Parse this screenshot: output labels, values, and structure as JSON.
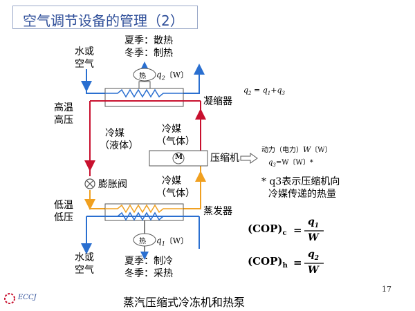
{
  "slide": {
    "title": "空气调节设备的管理（2）",
    "page_number": "17",
    "caption": "蒸汽压缩式冷冻机和热泵",
    "logo_text": "ECCJ"
  },
  "top": {
    "season_summer": "夏季：散热",
    "season_winter": "冬季：制热",
    "fan_label": "热",
    "q2_symbol": "q",
    "q2_sub": "2",
    "q2_unit": "〔W〕",
    "medium_line1": "水或",
    "medium_line2": "空气",
    "component": "凝缩器",
    "eq_q2": "q",
    "eq_q2_sub": "2",
    "eq_equals": " = ",
    "eq_q1": "q",
    "eq_q1_sub": "1",
    "eq_plus": "+",
    "eq_q3": "q",
    "eq_q3_sub": "3"
  },
  "left": {
    "high_line1": "高温",
    "high_line2": "高压",
    "low_line1": "低温",
    "low_line2": "低压",
    "valve": "膨胀阀",
    "refrigerant_liquid_1": "冷媒",
    "refrigerant_liquid_2": "（液体）"
  },
  "middle": {
    "gas_upper_1": "冷媒",
    "gas_upper_2": "（气体）",
    "gas_lower_1": "冷媒",
    "gas_lower_2": "（气体）",
    "motor": "M",
    "compressor": "压缩机"
  },
  "power": {
    "line1": "动力（电力）",
    "w_symbol": "W",
    "w_unit": "〔W〕",
    "q3_symbol": "q",
    "q3_sub": "3",
    "q3_eq": "=W〔W〕*"
  },
  "note": {
    "line1": "* q3表示压缩机向",
    "line2": "冷媒传递的热量"
  },
  "bottom": {
    "component": "蒸发器",
    "fan_label": "热",
    "q1_symbol": "q",
    "q1_sub": "1",
    "q1_unit": "〔W〕",
    "medium_line1": "水或",
    "medium_line2": "空气",
    "season_summer": "夏季：制冷",
    "season_winter": "冬季：采热"
  },
  "formulas": {
    "cop_c_label": "(COP)",
    "cop_c_sub": "c",
    "cop_h_label": "(COP)",
    "cop_h_sub": "h",
    "equals": "=",
    "num_c": "q",
    "num_c_sub": "1",
    "num_h": "q",
    "num_h_sub": "2",
    "den": "W"
  },
  "colors": {
    "hot_line": "#c8102e",
    "cold_line": "#f0a020",
    "water_line": "#2a6fd0",
    "title_text": "#2f4f9a"
  }
}
